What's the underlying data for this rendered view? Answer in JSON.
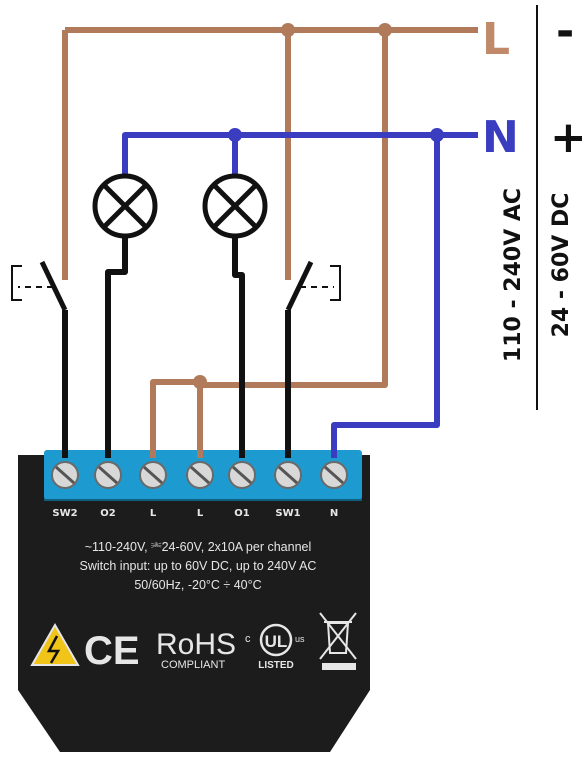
{
  "supply": {
    "line_label": "L",
    "neutral_label": "N",
    "dc_minus": "-",
    "dc_plus": "+",
    "ac_range": "110 - 240V AC",
    "dc_range": "24 - 60V DC"
  },
  "terminals": [
    "SW2",
    "O2",
    "L",
    "L",
    "O1",
    "SW1",
    "N"
  ],
  "device": {
    "spec_lines": [
      "~110-240V, ⎃24-60V, 2x10A per channel",
      "Switch input: up to 60V DC, up to 240V AC",
      "50/60Hz, -20°C ÷ 40°C"
    ],
    "rohs": "RoHS",
    "rohs_sub": "COMPLIANT",
    "ce": "CE",
    "ul_c": "c",
    "ul": "UL",
    "ul_us": "us",
    "ul_listed": "LISTED"
  },
  "colors": {
    "line_wire": "#b07a5b",
    "neutral_wire": "#3a3dbf",
    "black_wire": "#111111",
    "terminal_block": "#1d9ad0",
    "device_body": "#1c1c1c"
  },
  "icons": [
    "lamp-icon",
    "switch-icon",
    "warning-icon",
    "weee-bin-icon"
  ]
}
